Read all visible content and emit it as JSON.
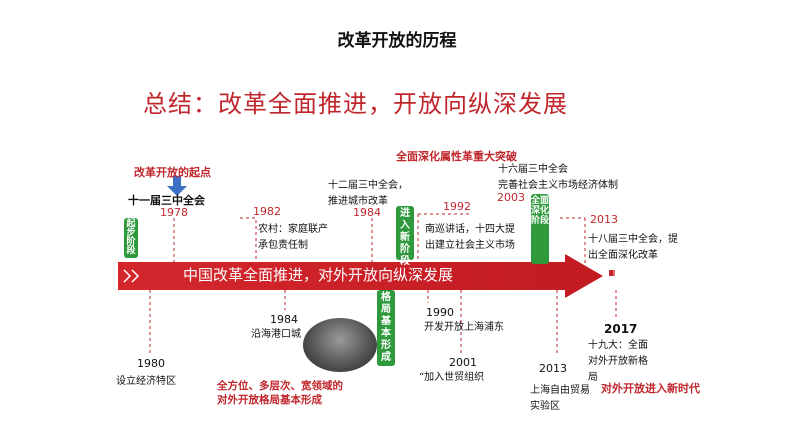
{
  "title": "改革开放的历程",
  "summary": "总结：改革全面推进，开放向纵深发展",
  "arrow_text": "中国改革全面推进，对外开放向纵深发展",
  "top_labels": {
    "reform_start": "改革开放的起点",
    "breakthrough": "全面深化属性革重大突破"
  },
  "stages": {
    "start": "起步阶段",
    "enter_new": "进入新阶段",
    "pattern_formed": "格局基本形成",
    "deepen": "全面深化阶段"
  },
  "years": {
    "y1978": "1978",
    "y1982": "1982",
    "y1984_top": "1984",
    "y1992": "1992",
    "y2003": "2003",
    "y2013_top": "2013",
    "y1980": "1980",
    "y1984_bottom": "1984",
    "y1990": "1990",
    "y2001": "2001",
    "y2013_bottom": "2013",
    "y2017": "2017"
  },
  "events": {
    "e1978": "十一届三中全会",
    "e1982_l1": "农村：家庭联产",
    "e1982_l2": "承包责任制",
    "e1984_l1": "十二届三中全会，",
    "e1984_l2": "推进城市改革",
    "e1992_l1": "南巡讲话，十四大提",
    "e1992_l2": "出建立社会主义市场",
    "e2003_l1": "十六届三中全会",
    "e2003_l2": "完善社会主义市场经济体制",
    "e2013_l1": "十八届三中全会，提",
    "e2013_l2": "出全面深化改革",
    "e1980": "设立经济特区",
    "e1984b": "沿海港口城",
    "e1990": "开发开放上海浦东",
    "e2001": "“加入世贸组织",
    "e2013b_l1": "上海自由贸易",
    "e2013b_l2": "实验区",
    "e2017_l1": "十九大：全面",
    "e2017_l2": "对外开放新格",
    "e2017_l3": "局"
  },
  "bottom_notes": {
    "pattern_l1": "全方位、多层次、宽领域的",
    "pattern_l2": "对外开放格局基本形成",
    "new_era": "对外开放进入新时代"
  },
  "colors": {
    "accent_red": "#c0272d",
    "stage_green": "#2f9a3c",
    "arrow_blue": "#3a6fc4"
  }
}
